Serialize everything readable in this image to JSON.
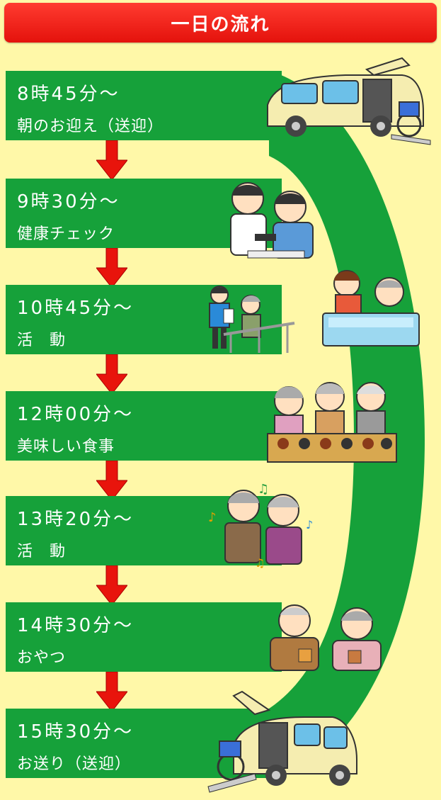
{
  "header": {
    "title": "一日の流れ"
  },
  "steps": [
    {
      "time": "8時45分～",
      "activity": "朝のお迎え（送迎）",
      "illustration": "wheelchair-van-pickup-icon"
    },
    {
      "time": "9時30分～",
      "activity": "健康チェック",
      "illustration": "nurse-blood-pressure-icon"
    },
    {
      "time": "10時45分～",
      "activity": "活　動",
      "illustration": "walking-rehab-icon"
    },
    {
      "time": "12時00分～",
      "activity": "美味しい食事",
      "illustration": "elderly-meal-icon"
    },
    {
      "time": "13時20分～",
      "activity": "活　動",
      "illustration": "karaoke-singing-icon"
    },
    {
      "time": "14時30分～",
      "activity": "おやつ",
      "illustration": "tea-snack-icon"
    },
    {
      "time": "15時30分～",
      "activity": "お送り（送迎）",
      "illustration": "wheelchair-van-dropoff-icon"
    }
  ],
  "side_illustration": "bathing-assistance-icon",
  "colors": {
    "background": "#fff8a8",
    "header": "#ff3b30",
    "step": "#16a13a",
    "arrow": "#e8140c"
  }
}
